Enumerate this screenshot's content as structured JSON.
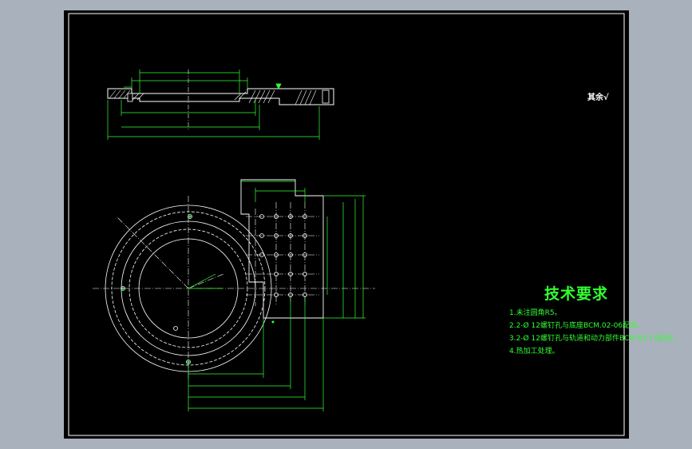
{
  "colors": {
    "background": "#a9b1bd",
    "sheet": "#000000",
    "frame": "#ffffff",
    "outline": "#ffffff",
    "dimension": "#33ff33",
    "center_line": "#ffffff",
    "hatch": "#ffffff",
    "note_text": "#33ff33",
    "symbol": "#33ff33"
  },
  "roughness_note": "其余√",
  "technical_requirements": {
    "title": "技术要求",
    "items": [
      "1.未注圆角R5。",
      "2.2-Ø 12螺钉孔与底座BCM.02-06配合。",
      "3.2-Ø 12螺钉孔与轨道和动力部件BCM.02.11配合。",
      "4.热加工处理。"
    ]
  }
}
